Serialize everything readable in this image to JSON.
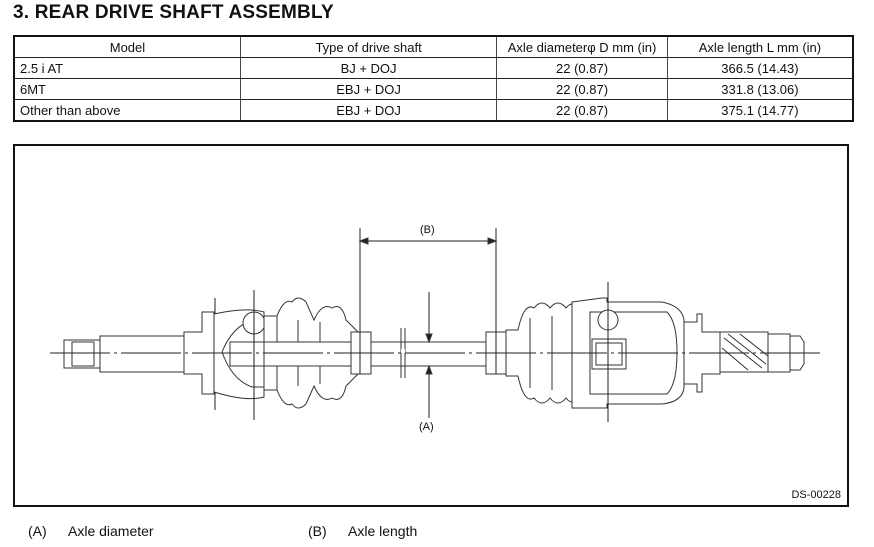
{
  "title": "3.  REAR DRIVE SHAFT ASSEMBLY",
  "table": {
    "headers": [
      "Model",
      "Type of drive shaft",
      "Axle diameterφ D mm (in)",
      "Axle length L mm (in)"
    ],
    "rows": [
      [
        "2.5 i AT",
        "BJ + DOJ",
        "22 (0.87)",
        "366.5 (14.43)"
      ],
      [
        "6MT",
        "EBJ + DOJ",
        "22 (0.87)",
        "331.8 (13.06)"
      ],
      [
        "Other than above",
        "EBJ + DOJ",
        "22 (0.87)",
        "375.1 (14.77)"
      ]
    ]
  },
  "diagram": {
    "label_a": "(A)",
    "label_b": "(B)",
    "figure_id": "DS-00228"
  },
  "legend": [
    {
      "key": "(A)",
      "text": "Axle diameter"
    },
    {
      "key": "(B)",
      "text": "Axle length"
    }
  ]
}
